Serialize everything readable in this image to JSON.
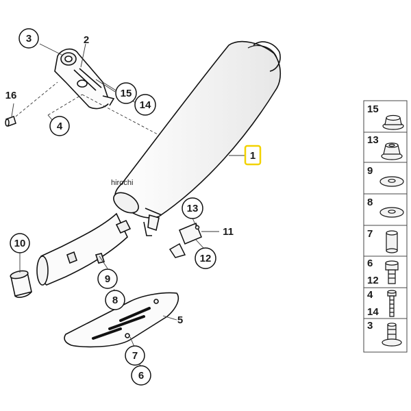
{
  "brand_watermark": "hirochi",
  "highlight_color": "#f2d200",
  "callouts": {
    "c1": "1",
    "c2": "2",
    "c3": "3",
    "c4": "4",
    "c5": "5",
    "c6": "6",
    "c7": "7",
    "c8": "8",
    "c9": "9",
    "c10": "10",
    "c11": "11",
    "c12": "12",
    "c13": "13",
    "c14": "14",
    "c15": "15",
    "c16": "16"
  },
  "parts_legend": {
    "rows": [
      {
        "labels": [
          "15"
        ],
        "icon": "flange-nut-icon"
      },
      {
        "labels": [
          "13"
        ],
        "icon": "hex-nut-icon"
      },
      {
        "labels": [
          "9"
        ],
        "icon": "washer-icon"
      },
      {
        "labels": [
          "8"
        ],
        "icon": "washer-icon"
      },
      {
        "labels": [
          "7"
        ],
        "icon": "spacer-sleeve-icon"
      },
      {
        "labels": [
          "6",
          "12"
        ],
        "icon": "hex-bolt-icon"
      },
      {
        "labels": [
          "4",
          "14"
        ],
        "icon": "long-screw-icon"
      },
      {
        "labels": [
          "3"
        ],
        "icon": "threaded-bushing-icon"
      }
    ]
  }
}
